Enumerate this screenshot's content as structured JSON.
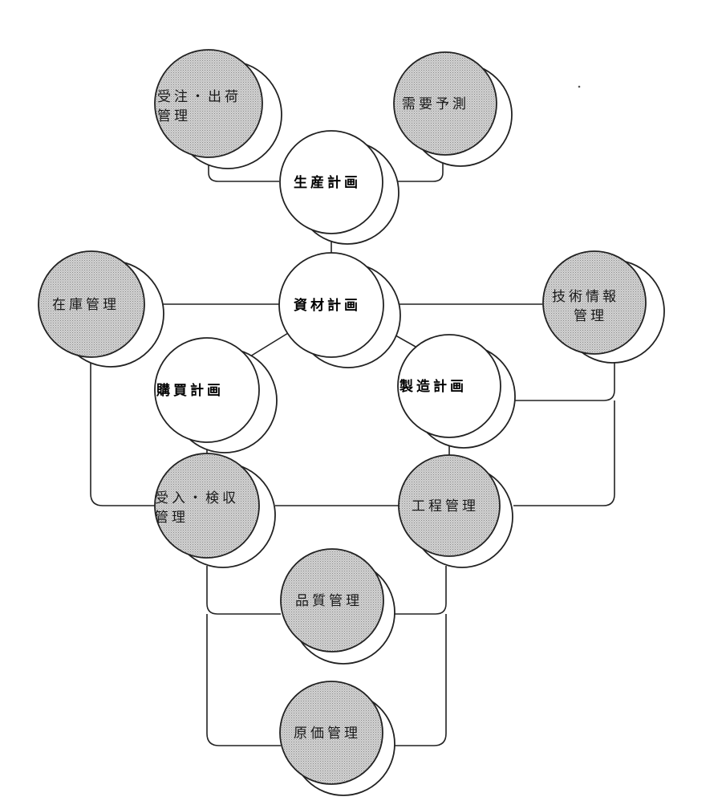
{
  "colors": {
    "line": "#222222",
    "stipple_fill": "#c9c9c9",
    "white_fill": "#ffffff",
    "text": "#1a1a1a"
  },
  "nodes": {
    "order_shipping": {
      "lines": [
        "受注・出荷",
        "管理"
      ],
      "style": "gray"
    },
    "demand_forecast": {
      "lines": [
        "需要予測"
      ],
      "style": "gray"
    },
    "production_plan": {
      "lines": [
        "生産計画"
      ],
      "style": "white"
    },
    "inventory": {
      "lines": [
        "在庫管理"
      ],
      "style": "gray"
    },
    "material_plan": {
      "lines": [
        "資材計画"
      ],
      "style": "white"
    },
    "tech_info": {
      "lines": [
        "技術情報",
        "管理"
      ],
      "style": "gray"
    },
    "purchase_plan": {
      "lines": [
        "購買計画"
      ],
      "style": "white"
    },
    "manufacturing_plan": {
      "lines": [
        "製造計画"
      ],
      "style": "white"
    },
    "receiving_inspection": {
      "lines": [
        "受入・検収",
        "管理"
      ],
      "style": "gray"
    },
    "process": {
      "lines": [
        "工程管理"
      ],
      "style": "gray"
    },
    "quality": {
      "lines": [
        "品質管理"
      ],
      "style": "gray"
    },
    "cost": {
      "lines": [
        "原価管理"
      ],
      "style": "gray"
    }
  }
}
